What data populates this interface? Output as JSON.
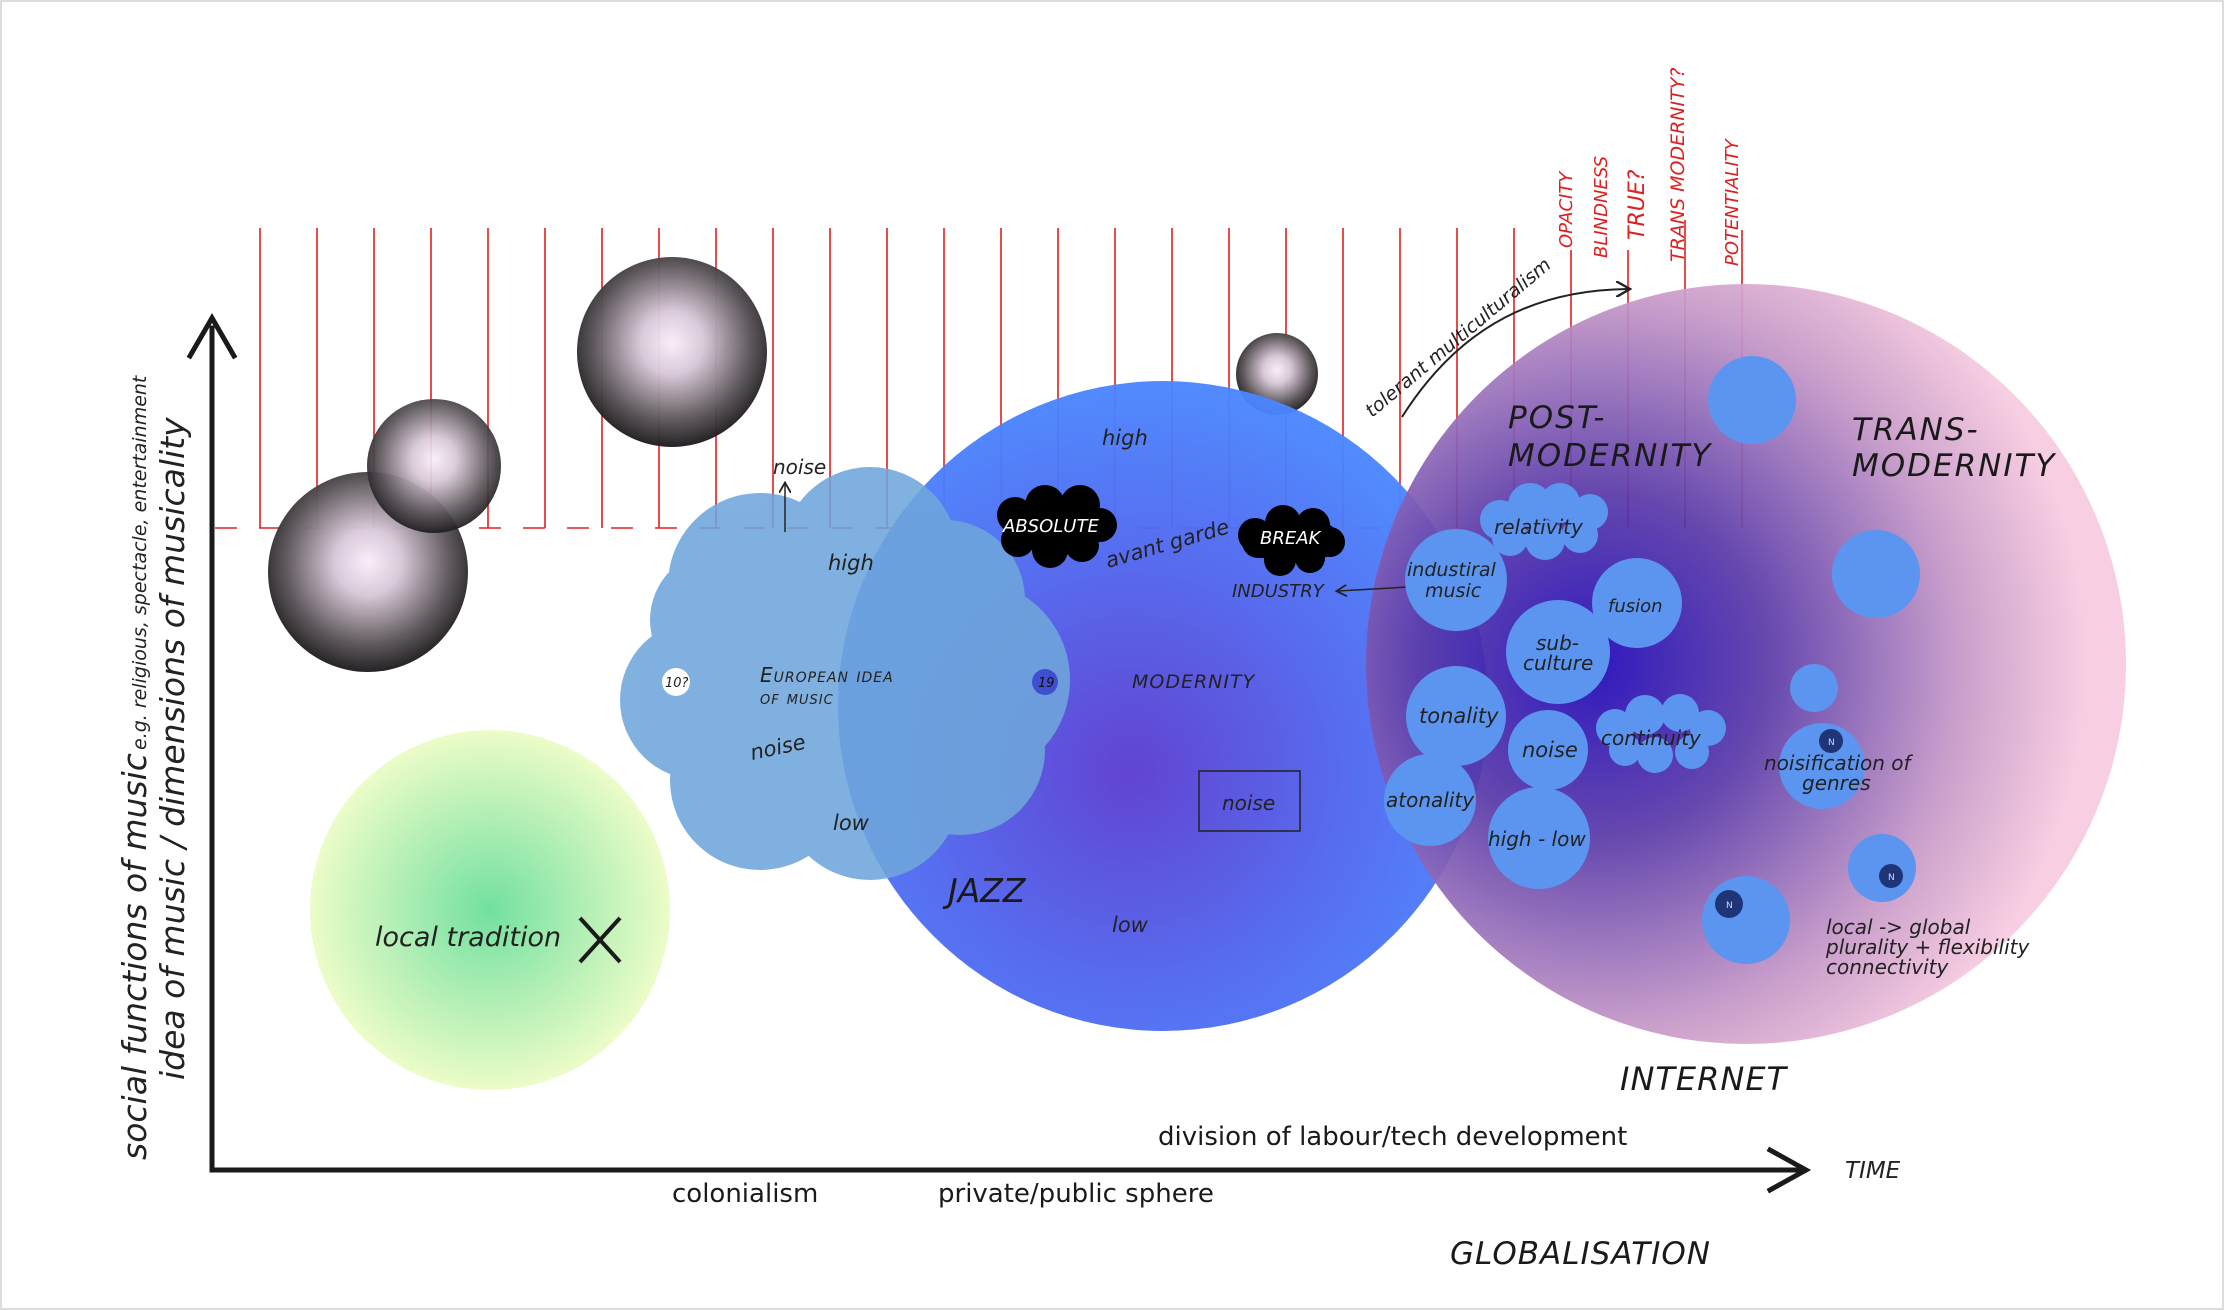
{
  "axes": {
    "y_label_main": "social functions of music",
    "y_label_examples": "e.g. religious, spectacle, entertainment",
    "y_label_secondary": "idea of music / dimensions of musicality",
    "x_arrow_label": "TIME"
  },
  "bottom_labels": {
    "colonialism": "colonialism",
    "private_public": "private/public sphere",
    "division": "division of labour/tech development",
    "globalisation": "GLOBALISATION",
    "internet": "INTERNET"
  },
  "tradition": {
    "label": "local tradition",
    "mark": "×"
  },
  "european": {
    "title_line1": "European idea",
    "title_line2": "of music",
    "high": "high",
    "low": "low",
    "noise": "noise",
    "noise_top": "noise",
    "num_left": "10?",
    "num_right": "19"
  },
  "modernity": {
    "high": "high",
    "low": "low",
    "label": "MODERNITY",
    "jazz": "JAZZ",
    "absolute": "ABSOLUTE",
    "break": "BREAK",
    "avant_garde": "avant garde",
    "industry": "INDUSTRY",
    "noise_box": "noise"
  },
  "postmodernity": {
    "title_line1": "POST-",
    "title_line2": "MODERNITY",
    "tolerant": "tolerant multiculturalism",
    "relativity": "relativity",
    "industrial_line1": "industiral",
    "industrial_line2": "music",
    "fusion": "fusion",
    "subculture_line1": "sub-",
    "subculture_line2": "culture",
    "tonality": "tonality",
    "noise": "noise",
    "continuity": "continuity",
    "atonality": "atonality",
    "high_low": "high - low"
  },
  "transmodernity": {
    "title_line1": "TRANS-",
    "title_line2": "MODERNITY",
    "noisification_line1": "noisification of",
    "noisification_line2": "genres",
    "local_global_line1": "local -> global",
    "local_global_line2": "plurality + flexibility",
    "local_global_line3": "connectivity",
    "n_mark": "N"
  },
  "red_labels": {
    "opacity": "OPACITY",
    "blindness": "BLINDNESS",
    "true": "TRUE?",
    "trans_modernity": "TRANS MODERNITY?",
    "potentiality": "POTENTIALITY"
  },
  "colors": {
    "red_lines": "#e02020",
    "light_blue": "#6fa3dc",
    "blue": "#4a6cf5",
    "deep_blue": "#2a14b8",
    "pink": "#f5c6d8",
    "green_center": "#7ee3a0",
    "green_edge": "#e8fbc6"
  }
}
